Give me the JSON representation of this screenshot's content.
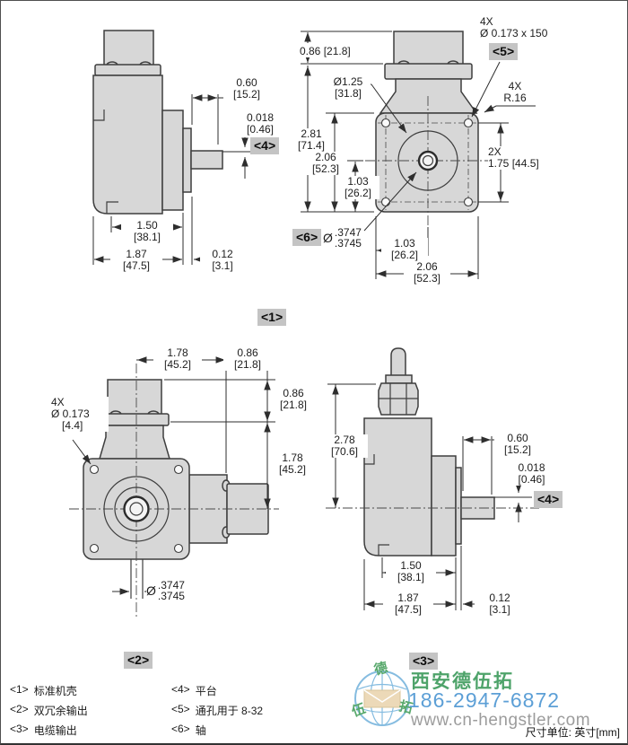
{
  "tags": {
    "t1": "<1>",
    "t2": "<2>",
    "t3": "<3>",
    "t4": "<4>",
    "t5": "<5>",
    "t6": "<6>"
  },
  "top_side_view": {
    "shaft_len": "0.60",
    "shaft_len_mm": "[15.2]",
    "flat": "0.018",
    "flat_mm": "[0.46]",
    "body_w": "1.50",
    "body_w_mm": "[38.1]",
    "total_w": "1.87",
    "total_w_mm": "[47.5]",
    "plate": "0.12",
    "plate_mm": "[3.1]"
  },
  "front_view": {
    "conn_h": "0.86 [21.8]",
    "holes_qty": "4X",
    "holes_spec": "Ø 0.173 x 150",
    "boss": "Ø1.25",
    "boss_mm": "[31.8]",
    "corner_qty": "4X",
    "corner_r": "R.16",
    "h_total": "2.81",
    "h_total_mm": "[71.4]",
    "h_flange": "2.06",
    "h_flange_mm": "[52.3]",
    "h_center": "1.03",
    "h_center_mm": "[26.2]",
    "bolt_qty": "2X",
    "bolt_span": "1.75 [44.5]",
    "shaft_sym": "Ø",
    "shaft_hi": ".3747",
    "shaft_lo": ".3745",
    "w_center": "1.03",
    "w_center_mm": "[26.2]",
    "w_flange": "2.06",
    "w_flange_mm": "[52.3]"
  },
  "dual_view": {
    "w_conn": "1.78",
    "w_conn_mm": "[45.2]",
    "w_ext": "0.86",
    "w_ext_mm": "[21.8]",
    "h_ext": "0.86",
    "h_ext_mm": "[21.8]",
    "h_conn": "1.78",
    "h_conn_mm": "[45.2]",
    "holes_qty": "4X",
    "holes_dia": "Ø 0.173",
    "holes_dia_mm": "[4.4]",
    "shaft_sym": "Ø",
    "shaft_hi": ".3747",
    "shaft_lo": ".3745"
  },
  "cable_view": {
    "h_total": "2.78",
    "h_total_mm": "[70.6]",
    "shaft_len": "0.60",
    "shaft_len_mm": "[15.2]",
    "flat": "0.018",
    "flat_mm": "[0.46]",
    "body_w": "1.50",
    "body_w_mm": "[38.1]",
    "total_w": "1.87",
    "total_w_mm": "[47.5]",
    "plate": "0.12",
    "plate_mm": "[3.1]"
  },
  "legend": {
    "left": [
      {
        "tag": "<1>",
        "label": "标准机壳"
      },
      {
        "tag": "<2>",
        "label": "双冗余输出"
      },
      {
        "tag": "<3>",
        "label": "电缆输出"
      }
    ],
    "right": [
      {
        "tag": "<4>",
        "label": "平台"
      },
      {
        "tag": "<5>",
        "label": "通孔用于 8-32"
      },
      {
        "tag": "<6>",
        "label": "轴"
      }
    ]
  },
  "footer": {
    "unit_note": "尺寸单位: 英寸[mm]"
  },
  "watermark": {
    "company": "西安德伍拓",
    "phone": "186-2947-6872",
    "website": "www.cn-hengstler.com",
    "logo_chars": {
      "top": "德",
      "left": "伍",
      "right": "拓"
    },
    "colors": {
      "company_green": "#4EA36A",
      "phone_blue": "#5C9FD6",
      "url_gray": "#9C9C9C",
      "logo_blue": "#85BCE0",
      "tag_bg": "#C4C4C4",
      "body_fill": "#D7D7D7",
      "line": "#2E2E2E"
    }
  }
}
